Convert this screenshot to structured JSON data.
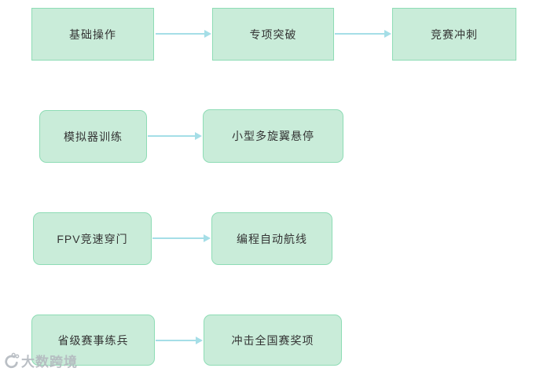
{
  "flowchart": {
    "rows": [
      {
        "nodes": [
          {
            "label": "基础操作"
          },
          {
            "label": "专项突破"
          },
          {
            "label": "竞赛冲刺"
          }
        ]
      },
      {
        "nodes": [
          {
            "label": "模拟器训练"
          },
          {
            "label": "小型多旋翼悬停"
          }
        ]
      },
      {
        "nodes": [
          {
            "label": "FPV竞速穿门"
          },
          {
            "label": "编程自动航线"
          }
        ]
      },
      {
        "nodes": [
          {
            "label": "省级赛事练兵"
          },
          {
            "label": "冲击全国赛奖项"
          }
        ]
      }
    ],
    "connections": [
      {
        "from": "基础操作",
        "to": "专项突破"
      },
      {
        "from": "专项突破",
        "to": "竞赛冲刺"
      },
      {
        "from": "模拟器训练",
        "to": "小型多旋翼悬停"
      },
      {
        "from": "FPV竞速穿门",
        "to": "编程自动航线"
      },
      {
        "from": "省级赛事练兵",
        "to": "冲击全国赛奖项"
      }
    ],
    "colors": {
      "box_fill": "#c9ecd9",
      "box_border": "#8edcb5",
      "arrow": "#a5dee7",
      "text": "#333333"
    }
  },
  "watermark": {
    "text": "大数跨境",
    "icon": "watermark-logo-icon",
    "color": "#b3b9bf"
  }
}
